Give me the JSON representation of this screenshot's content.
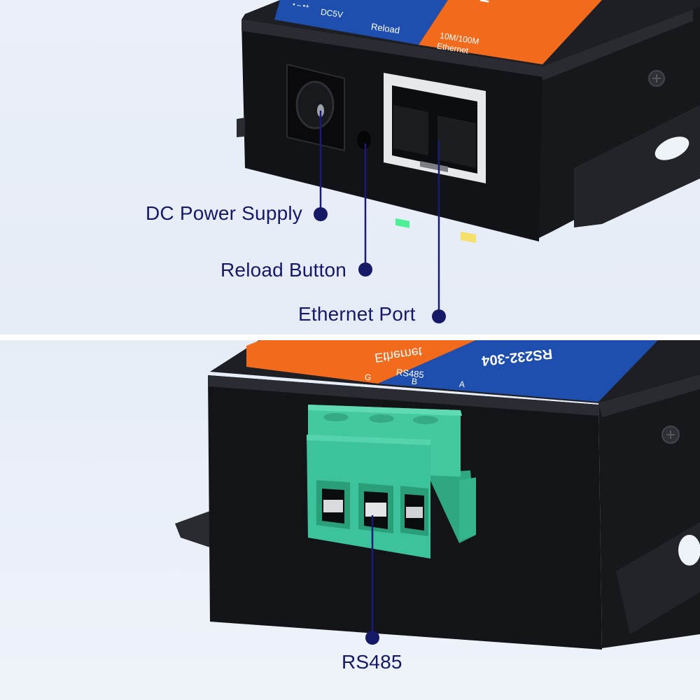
{
  "top_device": {
    "label_power": "DC5V",
    "label_reload": "Reload",
    "label_speed": "10M/100M",
    "label_ethernet": "Ethernet",
    "label_model_fragment": "RS"
  },
  "bottom_device": {
    "label_model_mirrored": "RS232-304",
    "label_ethernet_mirrored": "Ethernet",
    "label_rs485": "RS485",
    "terminal_g": "G",
    "terminal_b": "B",
    "terminal_a": "A"
  },
  "callouts": {
    "dc_power": "DC Power Supply",
    "reload": "Reload Button",
    "ethernet": "Ethernet Port",
    "rs485": "RS485"
  },
  "colors": {
    "label_blue": "#1f4fae",
    "label_orange": "#f26a1b",
    "device_body": "#1c1d22",
    "terminal_green": "#3fc19a",
    "callout_line": "#1a1a7a"
  }
}
